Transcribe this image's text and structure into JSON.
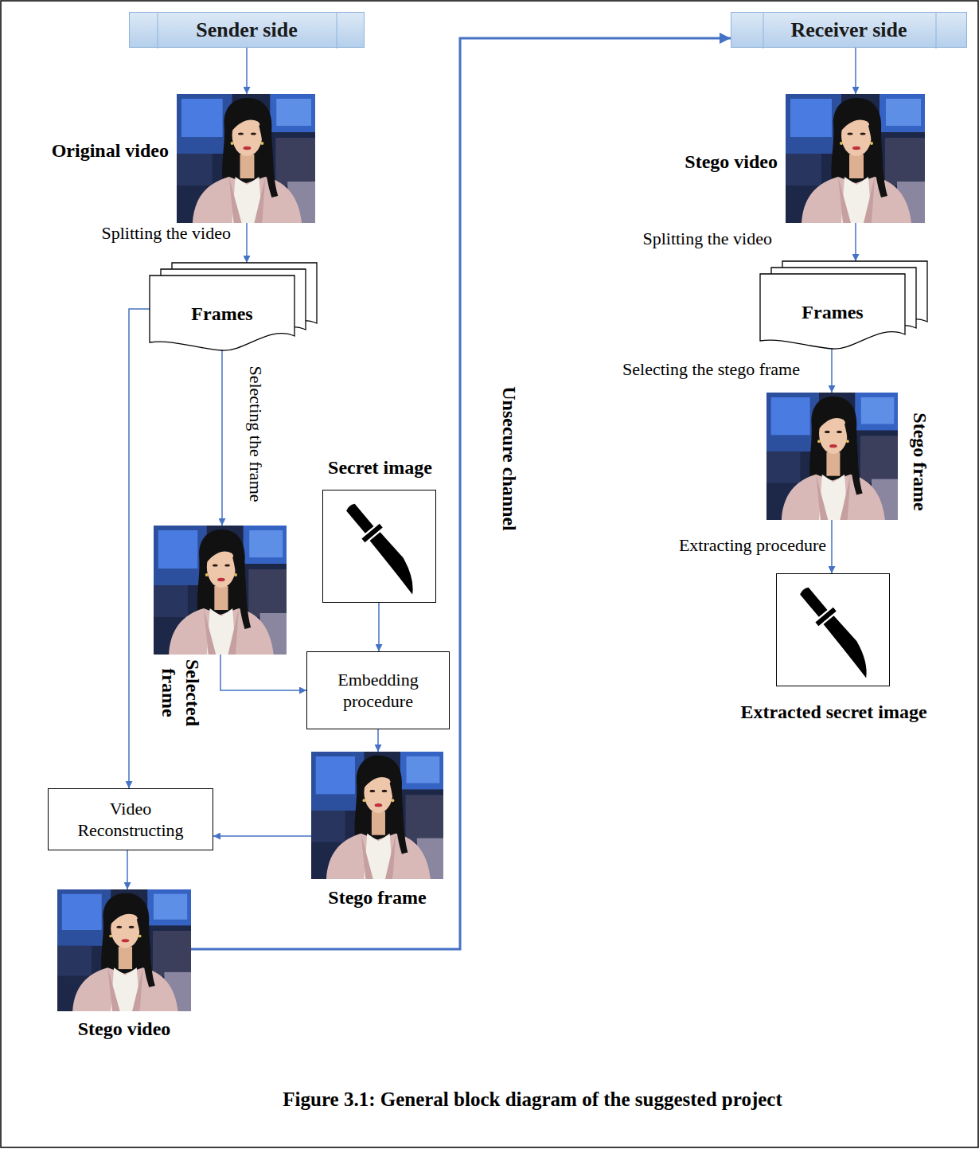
{
  "diagram": {
    "caption": "Figure 3.1: General block diagram of the suggested project",
    "nodes": [
      {
        "text": [
          "Sender side"
        ]
      },
      {
        "text": [
          "Original video"
        ]
      },
      {
        "text": [
          "Frames"
        ]
      },
      {
        "text": [
          "Selected frame"
        ]
      },
      {
        "text": [
          "Secret image"
        ]
      },
      {
        "text": [
          "Embedding procedure"
        ]
      },
      {
        "text": [
          "Stego frame"
        ]
      },
      {
        "text": [
          "Video Reconstructing"
        ]
      },
      {
        "text": [
          "Stego video"
        ]
      },
      {
        "text": [
          "Receiver side"
        ]
      },
      {
        "text": [
          "Stego video"
        ]
      },
      {
        "text": [
          "Frames"
        ]
      },
      {
        "text": [
          "Stego frame"
        ]
      },
      {
        "text": [
          "Extracted secret image"
        ]
      }
    ],
    "edges": [
      {
        "from": 0,
        "to": 1,
        "arrow": "to"
      },
      {
        "from": 1,
        "to": 2,
        "label": "Splitting the video",
        "arrow": "to"
      },
      {
        "from": 2,
        "to": 3,
        "label": "Selecting the frame",
        "arrow": "to"
      },
      {
        "from": 2,
        "to": 7,
        "arrow": "to"
      },
      {
        "from": 3,
        "to": 5,
        "arrow": "to"
      },
      {
        "from": 4,
        "to": 5,
        "arrow": "to"
      },
      {
        "from": 5,
        "to": 6,
        "arrow": "to"
      },
      {
        "from": 6,
        "to": 7,
        "arrow": "to"
      },
      {
        "from": 7,
        "to": 8,
        "arrow": "to"
      },
      {
        "from": 8,
        "to": 9,
        "label": "Unsecure channel",
        "arrow": "to"
      },
      {
        "from": 9,
        "to": 10,
        "arrow": "to"
      },
      {
        "from": 10,
        "to": 11,
        "label": "Splitting the video",
        "arrow": "to"
      },
      {
        "from": 11,
        "to": 12,
        "label": "Selecting the stego frame",
        "arrow": "to"
      },
      {
        "from": 12,
        "to": 13,
        "label": "Extracting procedure",
        "arrow": "to"
      }
    ]
  }
}
